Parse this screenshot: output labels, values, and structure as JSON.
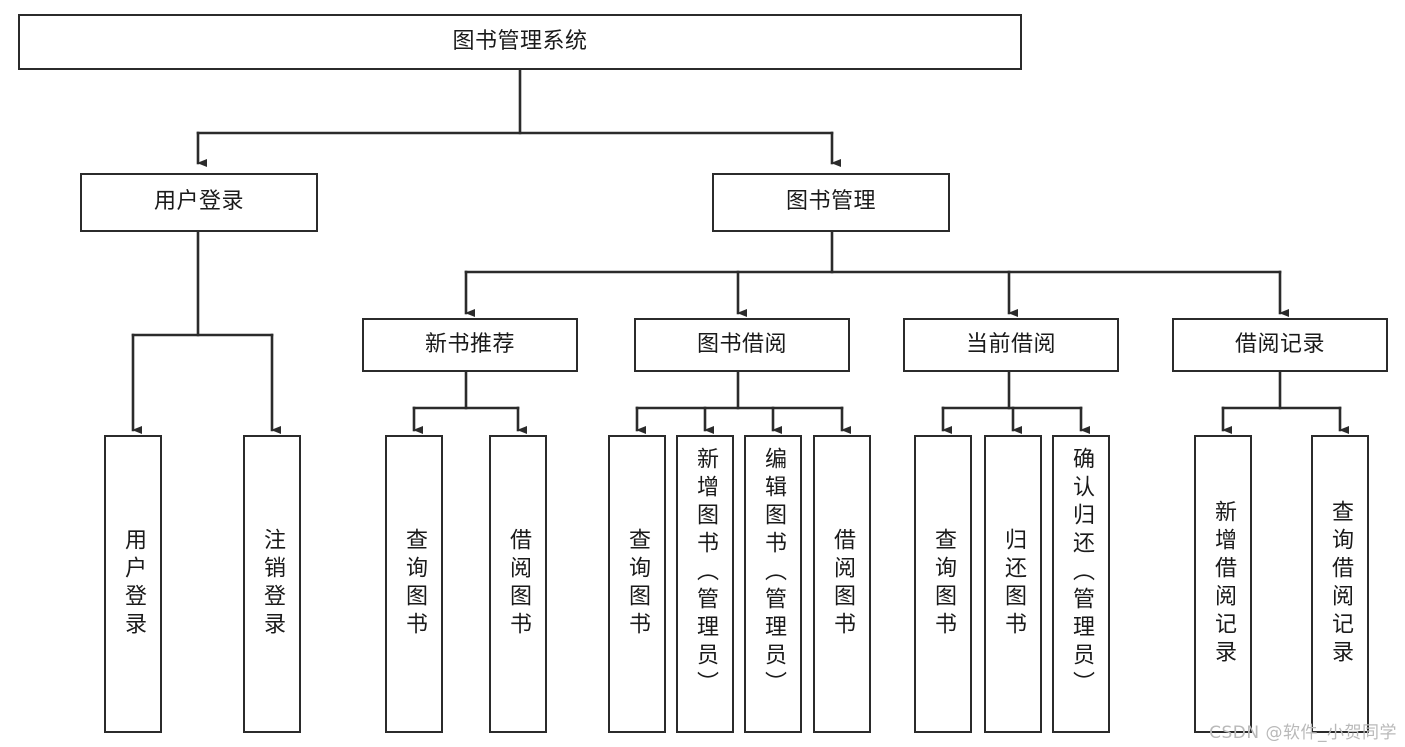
{
  "diagram": {
    "type": "tree-hierarchy",
    "title": "图书管理系统",
    "root": {
      "label": "图书管理系统",
      "orientation": "horizontal"
    },
    "level2": [
      {
        "label": "用户登录",
        "orientation": "horizontal"
      },
      {
        "label": "图书管理",
        "orientation": "horizontal"
      }
    ],
    "level3": [
      {
        "label": "新书推荐",
        "orientation": "horizontal",
        "parent": "图书管理"
      },
      {
        "label": "图书借阅",
        "orientation": "horizontal",
        "parent": "图书管理"
      },
      {
        "label": "当前借阅",
        "orientation": "horizontal",
        "parent": "图书管理"
      },
      {
        "label": "借阅记录",
        "orientation": "horizontal",
        "parent": "图书管理"
      }
    ],
    "leaves": [
      {
        "label": "用户登录",
        "parent": "用户登录",
        "orientation": "vertical",
        "align": "center"
      },
      {
        "label": "注销登录",
        "parent": "用户登录",
        "orientation": "vertical",
        "align": "center"
      },
      {
        "label": "查询图书",
        "parent": "新书推荐",
        "orientation": "vertical",
        "align": "center"
      },
      {
        "label": "借阅图书",
        "parent": "新书推荐",
        "orientation": "vertical",
        "align": "center"
      },
      {
        "label": "查询图书",
        "parent": "图书借阅",
        "orientation": "vertical",
        "align": "center"
      },
      {
        "label": "新增图书（管理员）",
        "parent": "图书借阅",
        "orientation": "vertical",
        "align": "top"
      },
      {
        "label": "编辑图书（管理员）",
        "parent": "图书借阅",
        "orientation": "vertical",
        "align": "top"
      },
      {
        "label": "借阅图书",
        "parent": "图书借阅",
        "orientation": "vertical",
        "align": "center"
      },
      {
        "label": "查询图书",
        "parent": "当前借阅",
        "orientation": "vertical",
        "align": "center"
      },
      {
        "label": "归还图书",
        "parent": "当前借阅",
        "orientation": "vertical",
        "align": "center"
      },
      {
        "label": "确认归还（管理员）",
        "parent": "当前借阅",
        "orientation": "vertical",
        "align": "top"
      },
      {
        "label": "新增借阅记录",
        "parent": "借阅记录",
        "orientation": "vertical",
        "align": "center"
      },
      {
        "label": "查询借阅记录",
        "parent": "借阅记录",
        "orientation": "vertical",
        "align": "center"
      }
    ]
  },
  "watermark": {
    "text": "CSDN @软件_小贺同学"
  },
  "colors": {
    "stroke": "#2b2b2b",
    "background": "#ffffff",
    "text": "#1a1a1a",
    "watermark": "#b9b9b9"
  }
}
